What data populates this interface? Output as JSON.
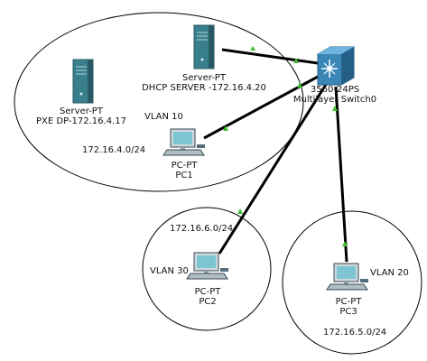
{
  "colors": {
    "background": "#ffffff",
    "link": "#000000",
    "link_status": "#3fbf2f",
    "zone_border": "#000000",
    "server_body": "#3a7f8c",
    "server_dark": "#275864",
    "switch_body": "#3a86b6",
    "pc_screen": "#7ec5d4"
  },
  "devices": {
    "pxe_server": {
      "icon": "server-icon",
      "type": "Server-PT",
      "label": "PXE DP-172.16.4.17"
    },
    "dhcp_server": {
      "icon": "server-icon",
      "type": "Server-PT",
      "label": "DHCP SERVER -172.16.4.20"
    },
    "switch": {
      "icon": "multilayer-switch-icon",
      "type": "3560-24PS",
      "label": "Multilayer Switch0"
    },
    "pc1": {
      "icon": "pc-icon",
      "type": "PC-PT",
      "label": "PC1"
    },
    "pc2": {
      "icon": "pc-icon",
      "type": "PC-PT",
      "label": "PC2"
    },
    "pc3": {
      "icon": "pc-icon",
      "type": "PC-PT",
      "label": "PC3"
    }
  },
  "zones": {
    "vlan10": {
      "vlan": "VLAN 10",
      "subnet": "172.16.4.0/24"
    },
    "vlan30": {
      "vlan": "VLAN 30",
      "subnet": "172.16.6.0/24"
    },
    "vlan20": {
      "vlan": "VLAN 20",
      "subnet": "172.16.5.0/24"
    }
  },
  "links": [
    {
      "from": "dhcp_server",
      "to": "switch",
      "status": "up"
    },
    {
      "from": "pc1",
      "to": "switch",
      "status": "up"
    },
    {
      "from": "pc2",
      "to": "switch",
      "status": "up"
    },
    {
      "from": "pc3",
      "to": "switch",
      "status": "up"
    }
  ]
}
